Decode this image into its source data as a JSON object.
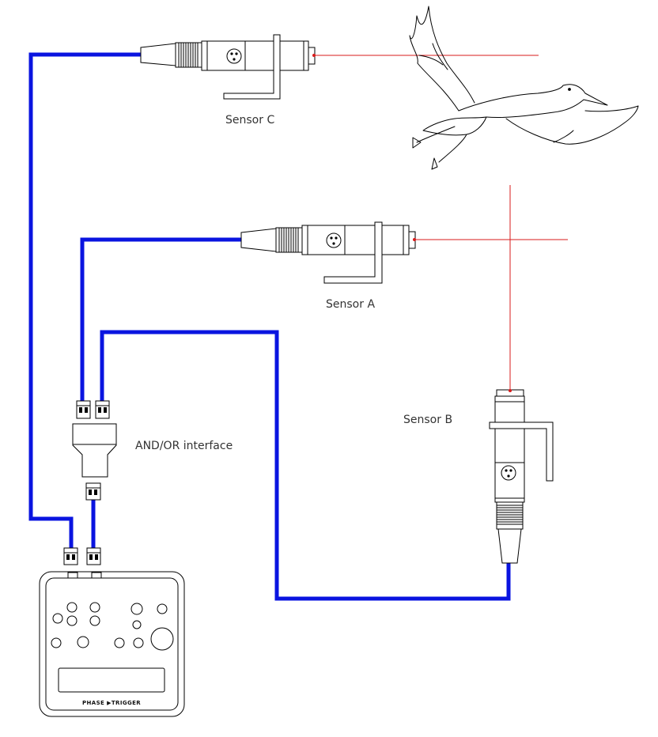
{
  "labels": {
    "sensor_c": "Sensor C",
    "sensor_a": "Sensor A",
    "sensor_b": "Sensor B",
    "interface": "AND/OR interface",
    "device_brand": "PHASE ▶TRIGGER"
  },
  "colors": {
    "cable": "#0a14e0",
    "laser": "#d81b1b",
    "outline": "#000000"
  },
  "icons": {
    "bird": "bird-in-flight-icon"
  }
}
